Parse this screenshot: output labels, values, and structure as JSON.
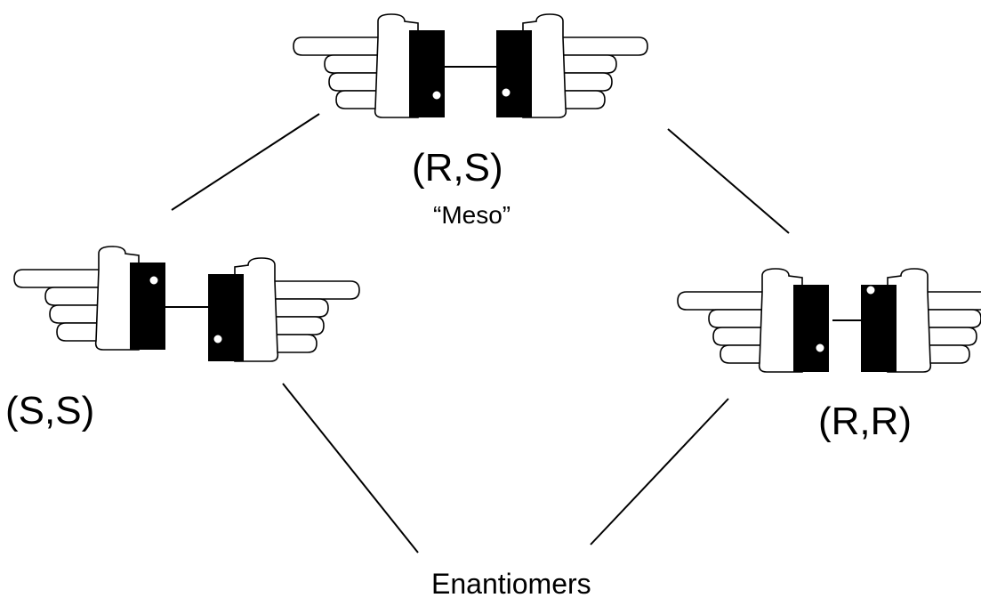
{
  "labels": {
    "meso_config": "(R,S)",
    "meso_note": "“Meso”",
    "ss_config": "(S,S)",
    "rr_config": "(R,R)",
    "bottom": "Enantiomers"
  },
  "colors": {
    "ink": "#000000",
    "background": "#ffffff"
  }
}
